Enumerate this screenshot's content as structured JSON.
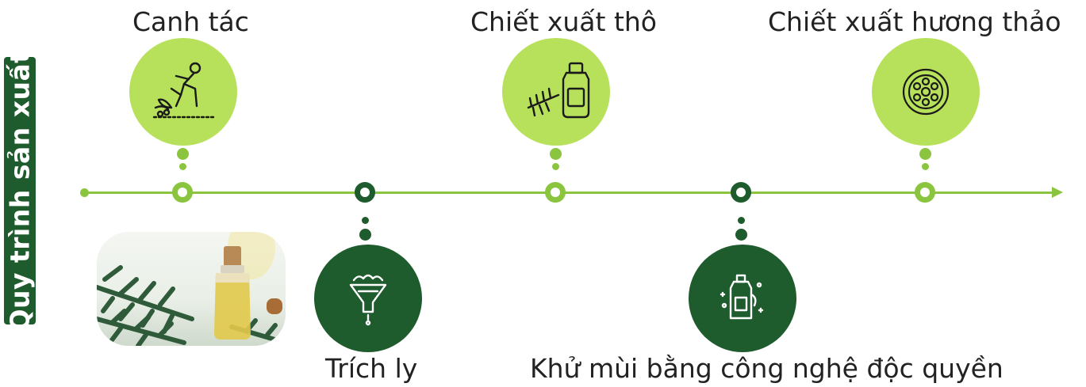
{
  "title": "Quy trình sản xuất",
  "steps": [
    {
      "label": "Canh tác",
      "icon": "farmer-icon",
      "tone": "light"
    },
    {
      "label": "Trích ly",
      "icon": "funnel-icon",
      "tone": "dark"
    },
    {
      "label": "Chiết xuất thô",
      "icon": "bottle-herb-icon",
      "tone": "light"
    },
    {
      "label": "Khử mùi bằng công nghệ độc quyền",
      "icon": "cleaning-bottle-icon",
      "tone": "dark"
    },
    {
      "label": "Chiết xuất hương thảo",
      "icon": "capsule-icon",
      "tone": "light"
    }
  ],
  "colors": {
    "light_green": "#8bc53f",
    "circle_green": "#b7e15a",
    "dark_green": "#1e5b2d"
  }
}
